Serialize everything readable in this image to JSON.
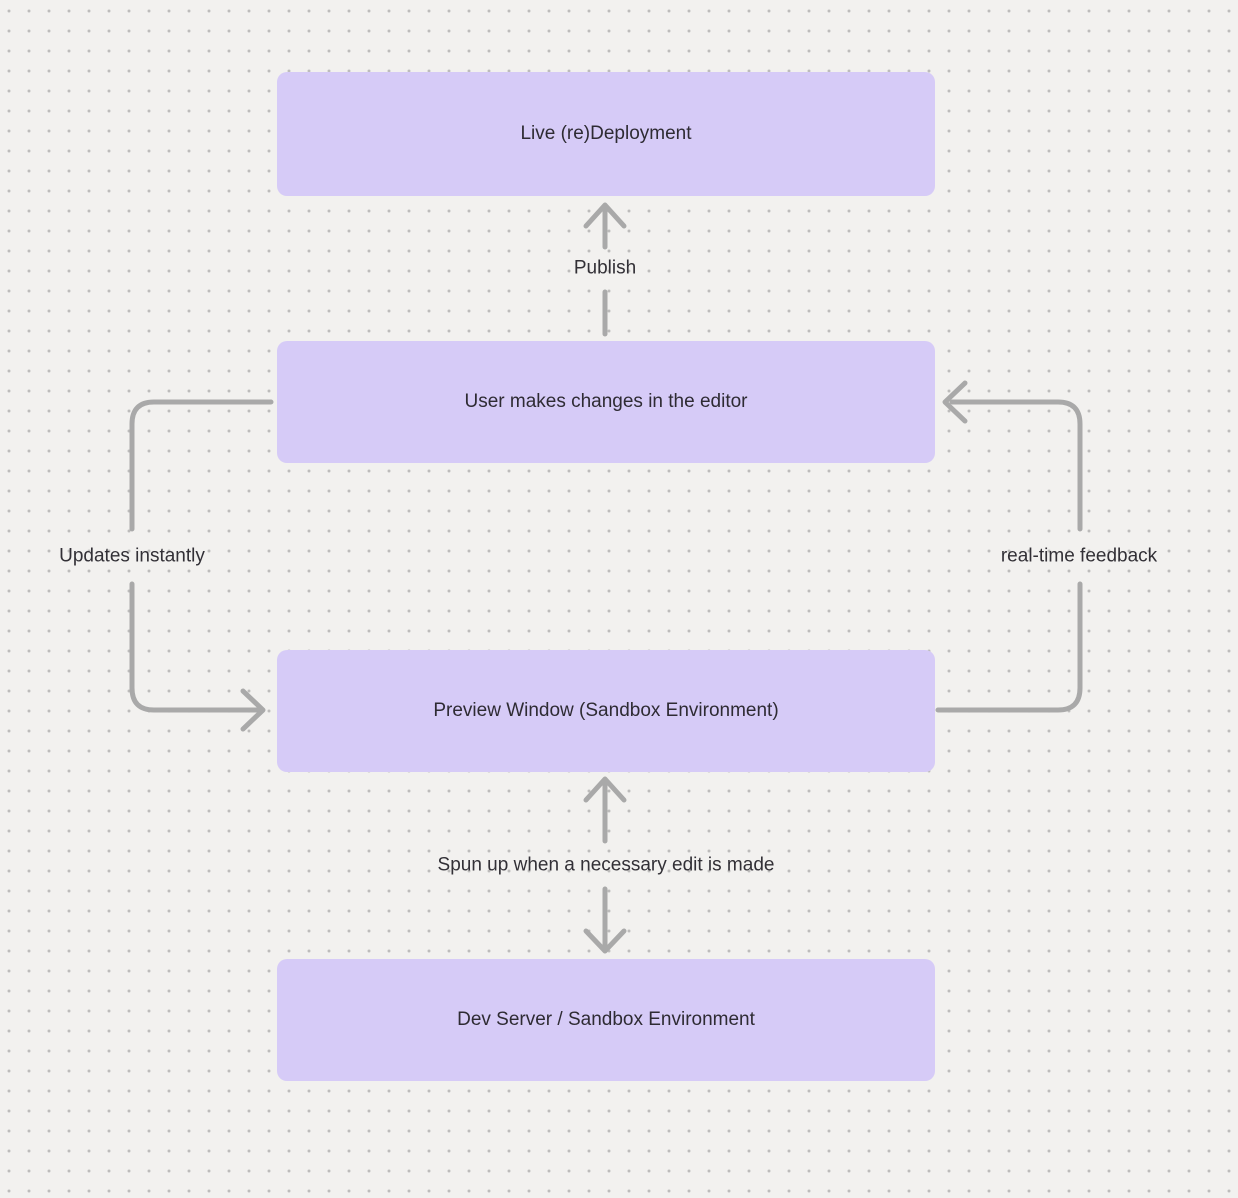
{
  "diagram": {
    "title": "editor deployment flow",
    "nodes": [
      {
        "id": "live-redeployment",
        "label": "Live (re)Deployment"
      },
      {
        "id": "user-editor",
        "label": "User makes changes in the editor"
      },
      {
        "id": "preview-window",
        "label": "Preview Window (Sandbox Environment)"
      },
      {
        "id": "dev-server",
        "label": "Dev Server / Sandbox Environment"
      }
    ],
    "edges": [
      {
        "id": "publish",
        "label": "Publish",
        "from": "user-editor",
        "to": "live-redeployment",
        "direction": "up"
      },
      {
        "id": "updates-instantly",
        "label": "Updates instantly",
        "from": "user-editor",
        "to": "preview-window",
        "direction": "left-side-down"
      },
      {
        "id": "real-time-feedback",
        "label": "real-time feedback",
        "from": "preview-window",
        "to": "user-editor",
        "direction": "right-side-up"
      },
      {
        "id": "spun-up",
        "label": "Spun up when a necessary edit is made",
        "from": "dev-server",
        "to": "preview-window",
        "direction": "both"
      }
    ],
    "colors": {
      "background": "#f2f1ef",
      "grid_dot": "#bdbcbb",
      "node_fill": "#d6cbf7",
      "node_text": "#2e2b33",
      "arrow": "#a9a9a9",
      "edge_label_text": "#323036"
    }
  }
}
